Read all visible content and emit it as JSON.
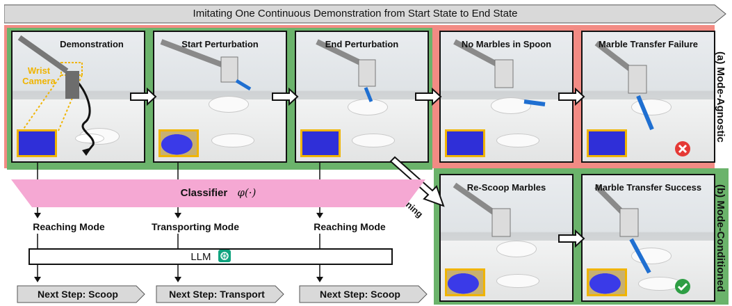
{
  "banner": {
    "text": "Imitating One Continuous Demonstration from Start State to End State"
  },
  "sections": {
    "mode_agnostic": "(a) Mode-Agnostic",
    "mode_conditioned": "(b) Mode-Conditioned"
  },
  "panels": [
    {
      "title": "Demonstration"
    },
    {
      "title": "Start Perturbation"
    },
    {
      "title": "End Perturbation"
    },
    {
      "title": "No Marbles in Spoon"
    },
    {
      "title": "Marble Transfer Failure"
    },
    {
      "title": "Re-Scoop Marbles"
    },
    {
      "title": "Marble Transfer Success"
    }
  ],
  "wrist_camera_label": "Wrist Camera",
  "replanning_label": "Replanning",
  "classifier": {
    "label": "Classifier",
    "symbol": "φ(·)"
  },
  "modes": [
    "Reaching Mode",
    "Transporting Mode",
    "Reaching Mode"
  ],
  "llm": {
    "label": "LLM",
    "icon": "openai-icon"
  },
  "next_steps": [
    "Next Step: Scoop",
    "Next Step: Transport",
    "Next Step: Scoop"
  ],
  "colors": {
    "mode_agnostic_bg": "#f28b84",
    "mode_conditioned_bg": "#6bb36b",
    "classifier_fill": "#f5a8d3",
    "inset_border": "#f0b400",
    "fail_icon": "#e53935",
    "success_icon": "#2e9e44"
  }
}
